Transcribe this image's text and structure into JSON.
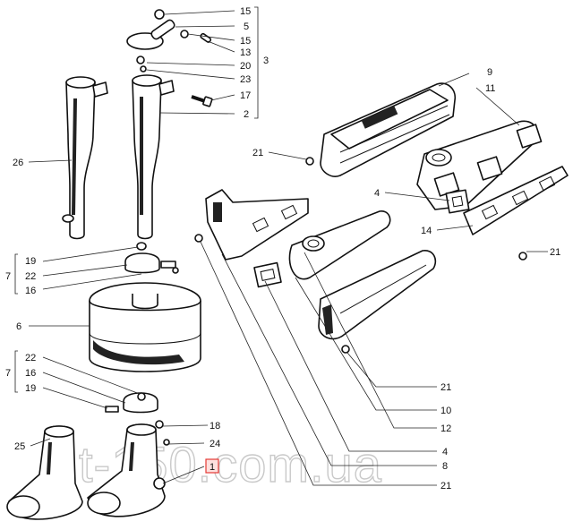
{
  "watermark": "t-150.com.ua",
  "highlight_color": "#e53935",
  "callouts": {
    "c15a": "15",
    "c5": "5",
    "c15b": "15",
    "c13": "13",
    "c20": "20",
    "c3": "3",
    "c23": "23",
    "c17": "17",
    "c2": "2",
    "c26": "26",
    "c9": "9",
    "c11": "11",
    "c21a": "21",
    "c4a": "4",
    "c14": "14",
    "c21b": "21",
    "c19a": "19",
    "c7a": "7",
    "c22a": "22",
    "c16a": "16",
    "c6": "6",
    "c22b": "22",
    "c7b": "7",
    "c16b": "16",
    "c19b": "19",
    "c21c": "21",
    "c10": "10",
    "c12": "12",
    "c18": "18",
    "c25": "25",
    "c24": "24",
    "c1": "1",
    "c4b": "4",
    "c8": "8",
    "c21d": "21"
  }
}
